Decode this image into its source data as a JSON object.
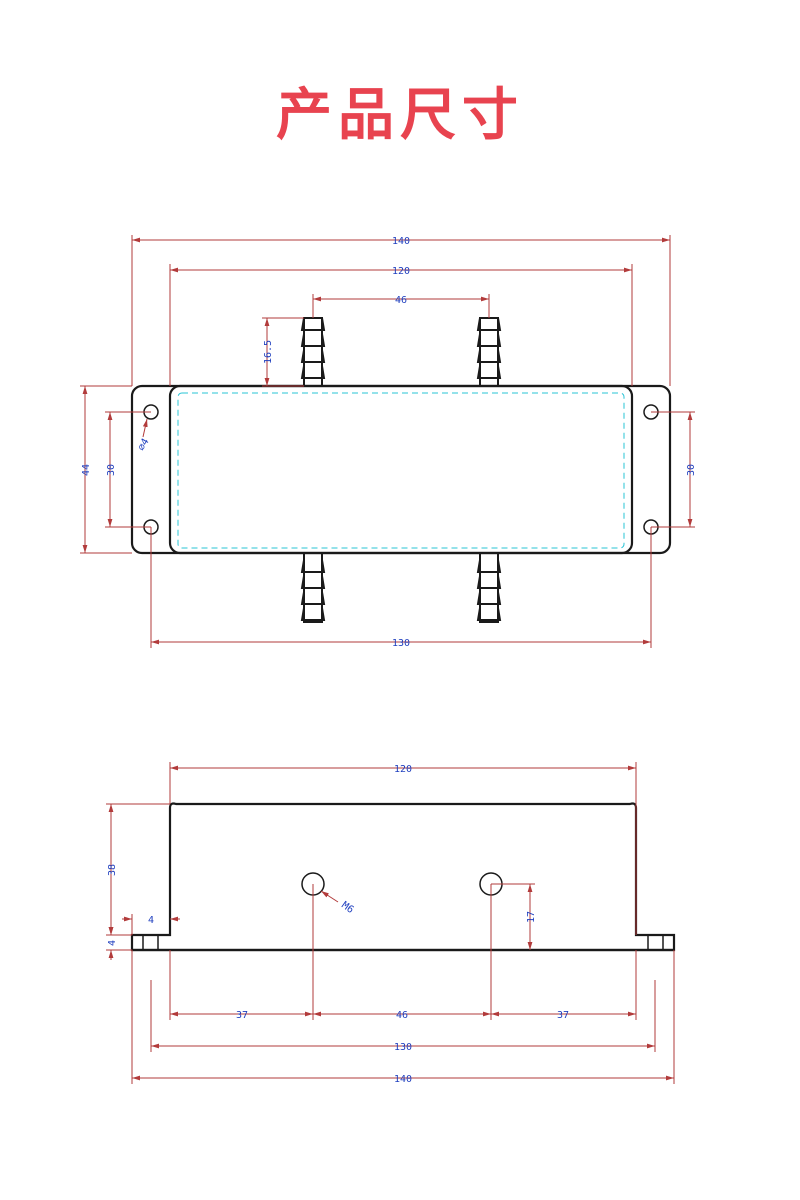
{
  "page": {
    "title": "产品尺寸"
  },
  "top_view": {
    "overall_width": "140",
    "body_width": "120",
    "nozzle_spacing": "46",
    "nozzle_length": "16.5",
    "overall_height": "44",
    "hole_spacing_left": "30",
    "hole_spacing_right": "30",
    "hole_diameter": "⌀4",
    "hole_pitch": "130"
  },
  "front_view": {
    "body_width": "120",
    "height": "38",
    "flange_thickness": "4",
    "step_width": "4",
    "thread_label": "M6",
    "hole_height": "17",
    "left_offset": "37",
    "port_spacing": "46",
    "right_offset": "37",
    "hole_pitch": "130",
    "overall_width": "140"
  },
  "colors": {
    "title": "#e8434f",
    "dimension_line": "#b23b3b",
    "dimension_text": "#1f3fbf",
    "outline": "#1a1a1a",
    "inner_dashed": "#29c4d6"
  }
}
